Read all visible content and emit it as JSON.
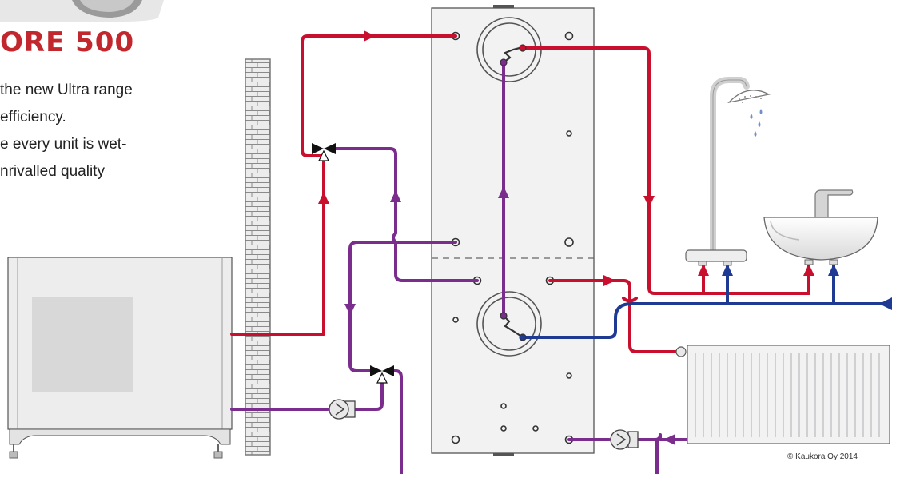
{
  "heading": "ORE 500",
  "intro_lines": [
    "the new Ultra range",
    "efficiency.",
    "e every unit is wet-",
    "nrivalled quality"
  ],
  "copyright": "© Kaukora Oy 2014",
  "colors": {
    "supply_hot": "#c8102e",
    "return_circuit": "#7b2d8e",
    "cold_water": "#1f3a93",
    "tank_fill": "#f2f2f3",
    "accent_red": "#c1272d"
  },
  "components": [
    "heat-pump-outdoor-unit",
    "brick-wall",
    "storage-tank",
    "upper-coil",
    "lower-coil",
    "shower",
    "wash-basin",
    "radiator",
    "three-way-valve-upper",
    "three-way-valve-lower",
    "circulation-pump-heat-pump",
    "circulation-pump-radiator",
    "cold-water-inlet"
  ]
}
